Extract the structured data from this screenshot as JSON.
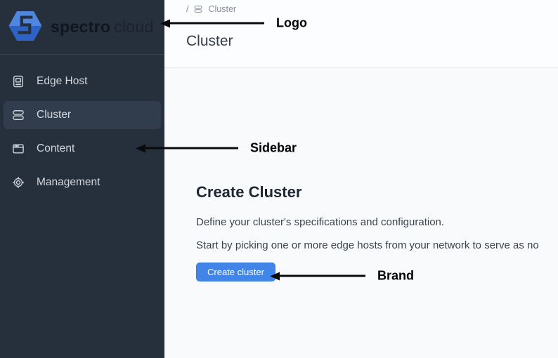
{
  "brand": {
    "name_primary": "spectro",
    "name_secondary": "cloud"
  },
  "sidebar": {
    "items": [
      {
        "label": "Edge Host",
        "icon": "edge-host-icon",
        "active": false
      },
      {
        "label": "Cluster",
        "icon": "cluster-icon",
        "active": true
      },
      {
        "label": "Content",
        "icon": "content-icon",
        "active": false
      },
      {
        "label": "Management",
        "icon": "management-icon",
        "active": false
      }
    ]
  },
  "header": {
    "breadcrumb": {
      "separator": "/",
      "icon": "cluster-icon",
      "item": "Cluster"
    },
    "title": "Cluster"
  },
  "main": {
    "heading": "Create Cluster",
    "description": "Define your cluster's specifications and configuration.",
    "instruction": "Start by picking one or more edge hosts from your network to serve as no",
    "create_button_label": "Create cluster"
  },
  "annotations": [
    {
      "label": "Logo"
    },
    {
      "label": "Sidebar"
    },
    {
      "label": "Brand"
    }
  ],
  "colors": {
    "sidebar_bg": "#262f3c",
    "sidebar_active_bg": "#313d4c",
    "sidebar_text": "#d2d7dd",
    "accent_blue": "#4285e8",
    "logo_blue_light": "#4e86e0",
    "logo_blue_dark": "#2e62c4",
    "annotation_black": "#0a0a0a"
  }
}
